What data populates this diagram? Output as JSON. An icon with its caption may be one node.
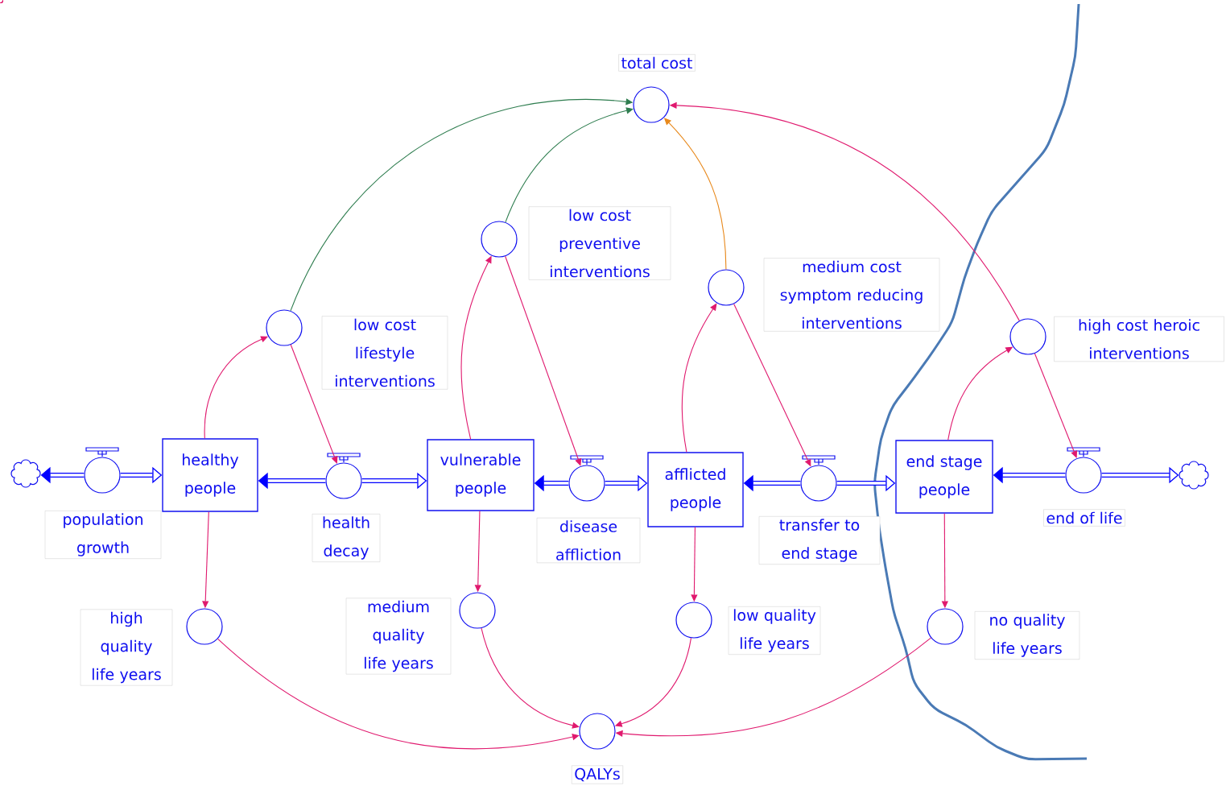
{
  "diagram": {
    "nodes": [
      {
        "text": [],
        "shape": "circle",
        "beside": [
          "total cost"
        ]
      },
      {
        "text": [],
        "shape": "circle",
        "beside": [
          "low cost preventive interventions"
        ]
      },
      {
        "text": [],
        "shape": "circle",
        "beside": [
          "medium cost symptom reducing interventions"
        ]
      },
      {
        "text": [],
        "shape": "circle",
        "beside": [
          "low cost lifestyle interventions"
        ]
      },
      {
        "text": [],
        "shape": "circle",
        "beside": [
          "high cost heroic interventions"
        ]
      },
      {
        "text": [],
        "shape": "cloud"
      },
      {
        "text": [],
        "shape": "circle",
        "beside": [
          "population growth"
        ]
      },
      {
        "text": [
          "healthy people"
        ]
      },
      {
        "text": [],
        "shape": "circle",
        "beside": [
          "health decay"
        ]
      },
      {
        "text": [
          "vulnerable people"
        ]
      },
      {
        "text": [],
        "shape": "circle",
        "beside": [
          "disease affliction"
        ]
      },
      {
        "text": [
          "afflicted people"
        ]
      },
      {
        "text": [],
        "shape": "circle",
        "beside": [
          "transfer to end stage"
        ]
      },
      {
        "text": [
          "end stage people"
        ]
      },
      {
        "text": [],
        "shape": "circle",
        "beside": [
          "end of life"
        ]
      },
      {
        "text": [],
        "shape": "cloud"
      },
      {
        "text": [],
        "shape": "circle",
        "beside": [
          "high quality life years"
        ]
      },
      {
        "text": [],
        "shape": "circle",
        "beside": [
          "medium quality life years"
        ]
      },
      {
        "text": [],
        "shape": "circle",
        "beside": [
          "low quality life years"
        ]
      },
      {
        "text": [],
        "shape": "circle",
        "beside": [
          "no quality life years"
        ]
      },
      {
        "text": [],
        "shape": "circle",
        "beside": [
          "QALYs"
        ]
      }
    ],
    "edges": [
      {
        "from": 6,
        "to": 5,
        "arrow": "to",
        "style": "thick",
        "color": "#0000ff"
      },
      {
        "from": 6,
        "to": 7,
        "arrow": "to",
        "style": "thick",
        "color": "#0000ff"
      },
      {
        "from": 8,
        "to": 7,
        "arrow": "to",
        "style": "thick",
        "color": "#0000ff"
      },
      {
        "from": 8,
        "to": 9,
        "arrow": "to",
        "style": "thick",
        "color": "#0000ff"
      },
      {
        "from": 10,
        "to": 9,
        "arrow": "to",
        "style": "thick",
        "color": "#0000ff"
      },
      {
        "from": 10,
        "to": 11,
        "arrow": "to",
        "style": "thick",
        "color": "#0000ff"
      },
      {
        "from": 12,
        "to": 11,
        "arrow": "to",
        "style": "thick",
        "color": "#0000ff"
      },
      {
        "from": 12,
        "to": 13,
        "arrow": "to",
        "style": "thick",
        "color": "#0000ff"
      },
      {
        "from": 14,
        "to": 13,
        "arrow": "to",
        "style": "thick",
        "color": "#0000ff"
      },
      {
        "from": 14,
        "to": 15,
        "arrow": "to",
        "style": "thick",
        "color": "#0000ff"
      },
      {
        "from": 7,
        "to": 3,
        "arrow": "to"
      },
      {
        "from": 3,
        "to": 8,
        "arrow": "to"
      },
      {
        "from": 9,
        "to": 1,
        "arrow": "to"
      },
      {
        "from": 1,
        "to": 10,
        "arrow": "to"
      },
      {
        "from": 11,
        "to": 2,
        "arrow": "to"
      },
      {
        "from": 2,
        "to": 12,
        "arrow": "to"
      },
      {
        "from": 13,
        "to": 4,
        "arrow": "to"
      },
      {
        "from": 4,
        "to": 14,
        "arrow": "to"
      },
      {
        "from": 3,
        "to": 0,
        "arrow": "to",
        "color": "#2e7d4f"
      },
      {
        "from": 1,
        "to": 0,
        "arrow": "to",
        "color": "#2e7d4f"
      },
      {
        "from": 2,
        "to": 0,
        "arrow": "to",
        "color": "#e8891c"
      },
      {
        "from": 4,
        "to": 0,
        "arrow": "to"
      },
      {
        "from": 7,
        "to": 16,
        "arrow": "to"
      },
      {
        "from": 9,
        "to": 17,
        "arrow": "to"
      },
      {
        "from": 11,
        "to": 18,
        "arrow": "to"
      },
      {
        "from": 13,
        "to": 19,
        "arrow": "to"
      },
      {
        "from": 16,
        "to": 20,
        "arrow": "to"
      },
      {
        "from": 17,
        "to": 20,
        "arrow": "to"
      },
      {
        "from": 18,
        "to": 20,
        "arrow": "to"
      },
      {
        "from": 19,
        "to": 20,
        "arrow": "to"
      }
    ]
  }
}
